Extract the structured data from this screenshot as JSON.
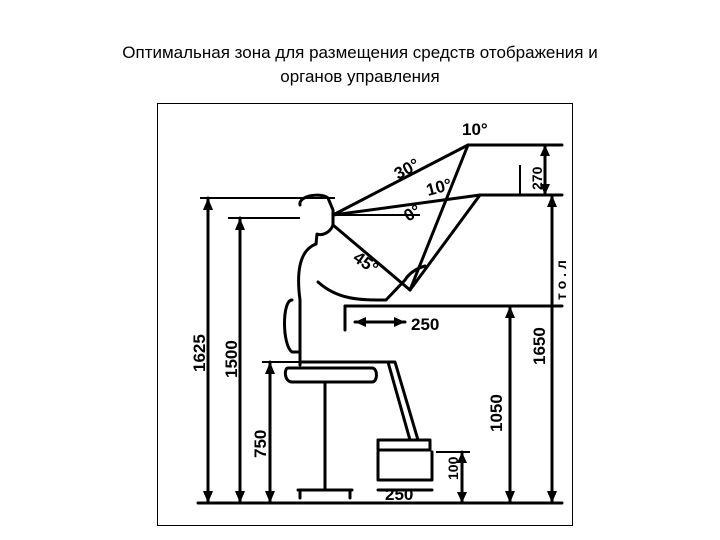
{
  "title": {
    "line1": "Оптимальная зона для размещения средств отображения и",
    "line2": "органов управления"
  },
  "diagram": {
    "heights": {
      "eye_level": "1625",
      "shoulder": "1500",
      "seat": "750",
      "panel_top": "1650",
      "desk": "1050",
      "footrest": "100"
    },
    "widths": {
      "knee_gap": "250",
      "footrest_width": "250",
      "panel_offset": "270"
    },
    "angles": {
      "a10_top": "10°",
      "a30": "30°",
      "a10_mid": "10°",
      "a0": "0°",
      "a45": "45°"
    },
    "edge_marks": "т о . л"
  }
}
